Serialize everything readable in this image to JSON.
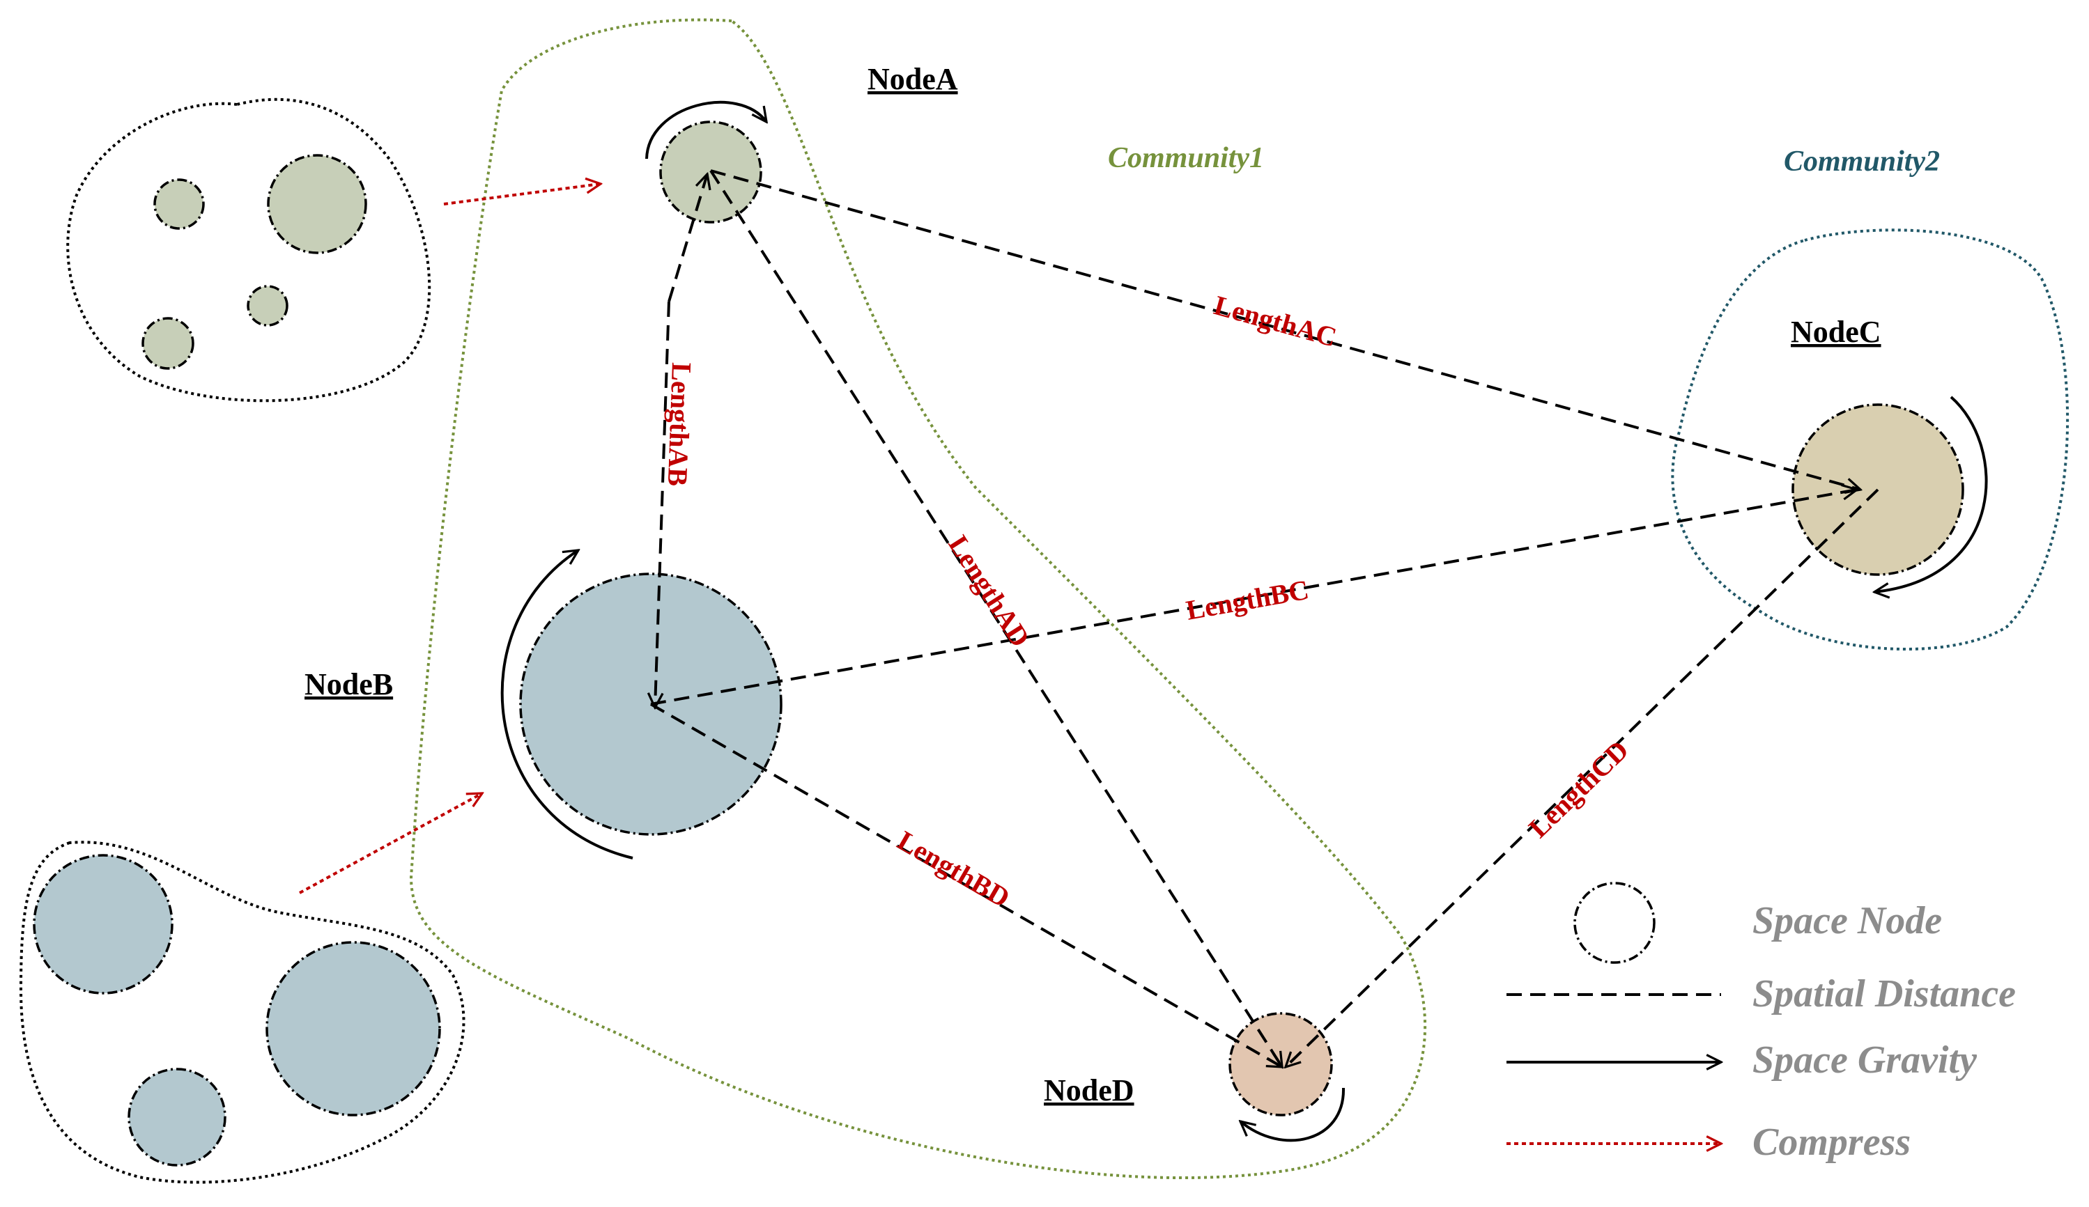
{
  "nodes": {
    "a": {
      "label": "NodeA",
      "color": "#c7cfb8"
    },
    "b": {
      "label": "NodeB",
      "color": "#b3c8cf"
    },
    "c": {
      "label": "NodeC",
      "color": "#d9cfb0"
    },
    "d": {
      "label": "NodeD",
      "color": "#e2c6b0"
    }
  },
  "communities": {
    "c1": {
      "label": "Community1",
      "color": "#76923c"
    },
    "c2": {
      "label": "Community2",
      "color": "#215868"
    }
  },
  "edges": {
    "ab": "LengthAB",
    "ac": "LengthAC",
    "ad": "LengthAD",
    "bc": "LengthBC",
    "bd": "LengthBD",
    "cd": "LengthCD"
  },
  "legend": {
    "space_node": "Space Node",
    "spatial_distance": "Spatial Distance",
    "space_gravity": "Space Gravity",
    "compress": "Compress"
  },
  "colors": {
    "edge_label": "#c00000",
    "legend_text": "#8c8c8c",
    "compress_arrow": "#c00000"
  }
}
